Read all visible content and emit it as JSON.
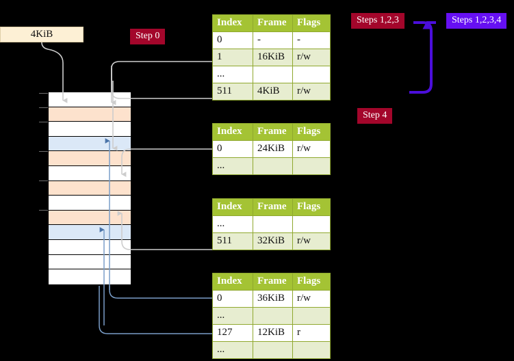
{
  "diagram": {
    "title_badges": [
      {
        "name": "steps-123-badge",
        "label": "Steps 1,2,3",
        "color": "#a3062b"
      },
      {
        "name": "steps-1234-badge",
        "label": "Steps 1,2,3,4",
        "color": "#6610f2"
      },
      {
        "name": "step-0-badge",
        "label": "Step 0",
        "color": "#a3062b"
      },
      {
        "name": "step-4-badge",
        "label": "Step 4",
        "color": "#a3062b"
      }
    ],
    "size_box": {
      "label": "4KiB"
    }
  },
  "tables": [
    {
      "name": "page-table-level-1",
      "headers": [
        "Index",
        "Frame",
        "Flags"
      ],
      "rows": [
        {
          "index": "0",
          "frame": "-",
          "flags": "-",
          "alt": false,
          "highlight": false
        },
        {
          "index": "1",
          "frame": "16KiB",
          "flags": "r/w",
          "alt": true,
          "highlight": false
        },
        {
          "index": "...",
          "frame": "",
          "flags": "",
          "alt": false,
          "highlight": false
        },
        {
          "index": "511",
          "frame": "4KiB",
          "flags": "r/w",
          "alt": true,
          "highlight": true
        }
      ]
    },
    {
      "name": "page-table-level-2",
      "headers": [
        "Index",
        "Frame",
        "Flags"
      ],
      "rows": [
        {
          "index": "0",
          "frame": "24KiB",
          "flags": "r/w",
          "alt": false,
          "highlight": false
        },
        {
          "index": "...",
          "frame": "",
          "flags": "",
          "alt": true,
          "highlight": false
        }
      ]
    },
    {
      "name": "page-table-level-3",
      "headers": [
        "Index",
        "Frame",
        "Flags"
      ],
      "rows": [
        {
          "index": "...",
          "frame": "",
          "flags": "",
          "alt": false,
          "highlight": false
        },
        {
          "index": "511",
          "frame": "32KiB",
          "flags": "r/w",
          "alt": true,
          "highlight": false
        }
      ]
    },
    {
      "name": "page-table-level-4",
      "headers": [
        "Index",
        "Frame",
        "Flags"
      ],
      "rows": [
        {
          "index": "0",
          "frame": "36KiB",
          "flags": "r/w",
          "alt": false,
          "highlight": false
        },
        {
          "index": "...",
          "frame": "",
          "flags": "",
          "alt": true,
          "highlight": false
        },
        {
          "index": "127",
          "frame": "12KiB",
          "flags": "r",
          "alt": false,
          "highlight": false
        },
        {
          "index": "...",
          "frame": "",
          "flags": "",
          "alt": true,
          "highlight": false
        }
      ]
    }
  ],
  "memory": {
    "name": "physical-memory-column",
    "blocks": [
      {
        "kind": "white"
      },
      {
        "kind": "orange"
      },
      {
        "kind": "white"
      },
      {
        "kind": "blue"
      },
      {
        "kind": "orange"
      },
      {
        "kind": "white"
      },
      {
        "kind": "orange"
      },
      {
        "kind": "white"
      },
      {
        "kind": "orange"
      },
      {
        "kind": "blue"
      },
      {
        "kind": "white"
      },
      {
        "kind": "white"
      },
      {
        "kind": "white"
      }
    ]
  },
  "colors": {
    "table_header": "#a4c334",
    "table_alt_row": "#e7edd0",
    "highlight": "#fbf8a8",
    "page_table_block": "#fde2cd",
    "data_block": "#dbe8f7",
    "wire_gray": "#c9c9c9",
    "wire_blue": "#7a9ec9",
    "badge_red": "#a3062b",
    "badge_purple": "#6610f2",
    "size_box": "#fdf0d5"
  }
}
